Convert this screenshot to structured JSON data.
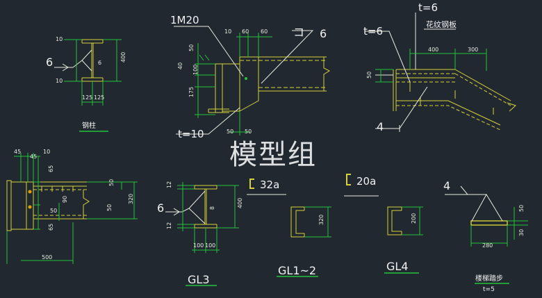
{
  "watermark": "模型组",
  "labels": {
    "gangzhu": "钢柱",
    "m20": "1M20",
    "t10": "t=10",
    "t6a": "t=6",
    "t6b": "t=6",
    "huawen": "花纹钢板",
    "gl3": "GL3",
    "gl12": "GL1~2",
    "gl4": "GL4",
    "c32": "32a",
    "c20": "20a",
    "taibu": "楼梯踏步",
    "t5": "t=5",
    "weld6a": "6",
    "weld6b": "6",
    "weld6c": "6",
    "weld4a": "4",
    "weld4b": "4"
  },
  "dims": {
    "d10a": "10",
    "d10b": "10",
    "d400a": "400",
    "d6": "6",
    "d125a": "125",
    "d125b": "125",
    "d10c": "10",
    "d60a": "60",
    "d60b": "60",
    "d50a": "50",
    "d40": "40",
    "d100": "100",
    "d175": "175",
    "d50b": "50",
    "d50c": "50",
    "d400b": "400",
    "d300": "300",
    "d50d": "50",
    "d45a": "45",
    "d45b": "45",
    "d10d": "10",
    "d65a": "65",
    "d50e": "50",
    "d50f": "50",
    "d90": "90",
    "d65b": "65",
    "d50g": "50",
    "d320a": "320",
    "d500": "500",
    "d12a": "12",
    "d12b": "12",
    "d400c": "400",
    "d8": "8",
    "d100a": "100",
    "d100b": "100",
    "d320b": "320",
    "d200": "200",
    "d280": "280",
    "d50h": "50",
    "d30": "30"
  },
  "colors": {
    "background": "#212830",
    "dimension": "#23c43a",
    "steel": "#d8d23a",
    "text": "#f2f2f2",
    "leader": "#e9ebe0",
    "hatch": "#c9c05a",
    "marker": "#e0a000"
  }
}
